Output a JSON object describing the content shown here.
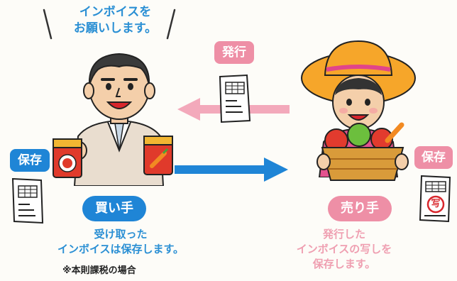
{
  "speech": {
    "line1": "インボイスを",
    "line2": "お願いします。"
  },
  "buyer": {
    "role_label": "買い手",
    "keep_badge": "保存",
    "caption_line1": "受け取った",
    "caption_line2": "インボイスは保存します。"
  },
  "seller": {
    "role_label": "売り手",
    "keep_badge": "保存",
    "issue_badge": "発行",
    "caption_line1": "発行した",
    "caption_line2": "インボイスの写しを",
    "caption_line3": "保存します。",
    "copy_stamp": "写"
  },
  "footnote": "※本則課税の場合",
  "arrows": {
    "to_buyer": "pink",
    "to_seller": "blue"
  },
  "colors": {
    "blue": "#1f85d6",
    "pink": "#ee8fa6",
    "text_blue": "#2a8fd4"
  },
  "icons": [
    "invoice-document-icon",
    "soup-can-icon",
    "vegetable-basket-icon"
  ]
}
